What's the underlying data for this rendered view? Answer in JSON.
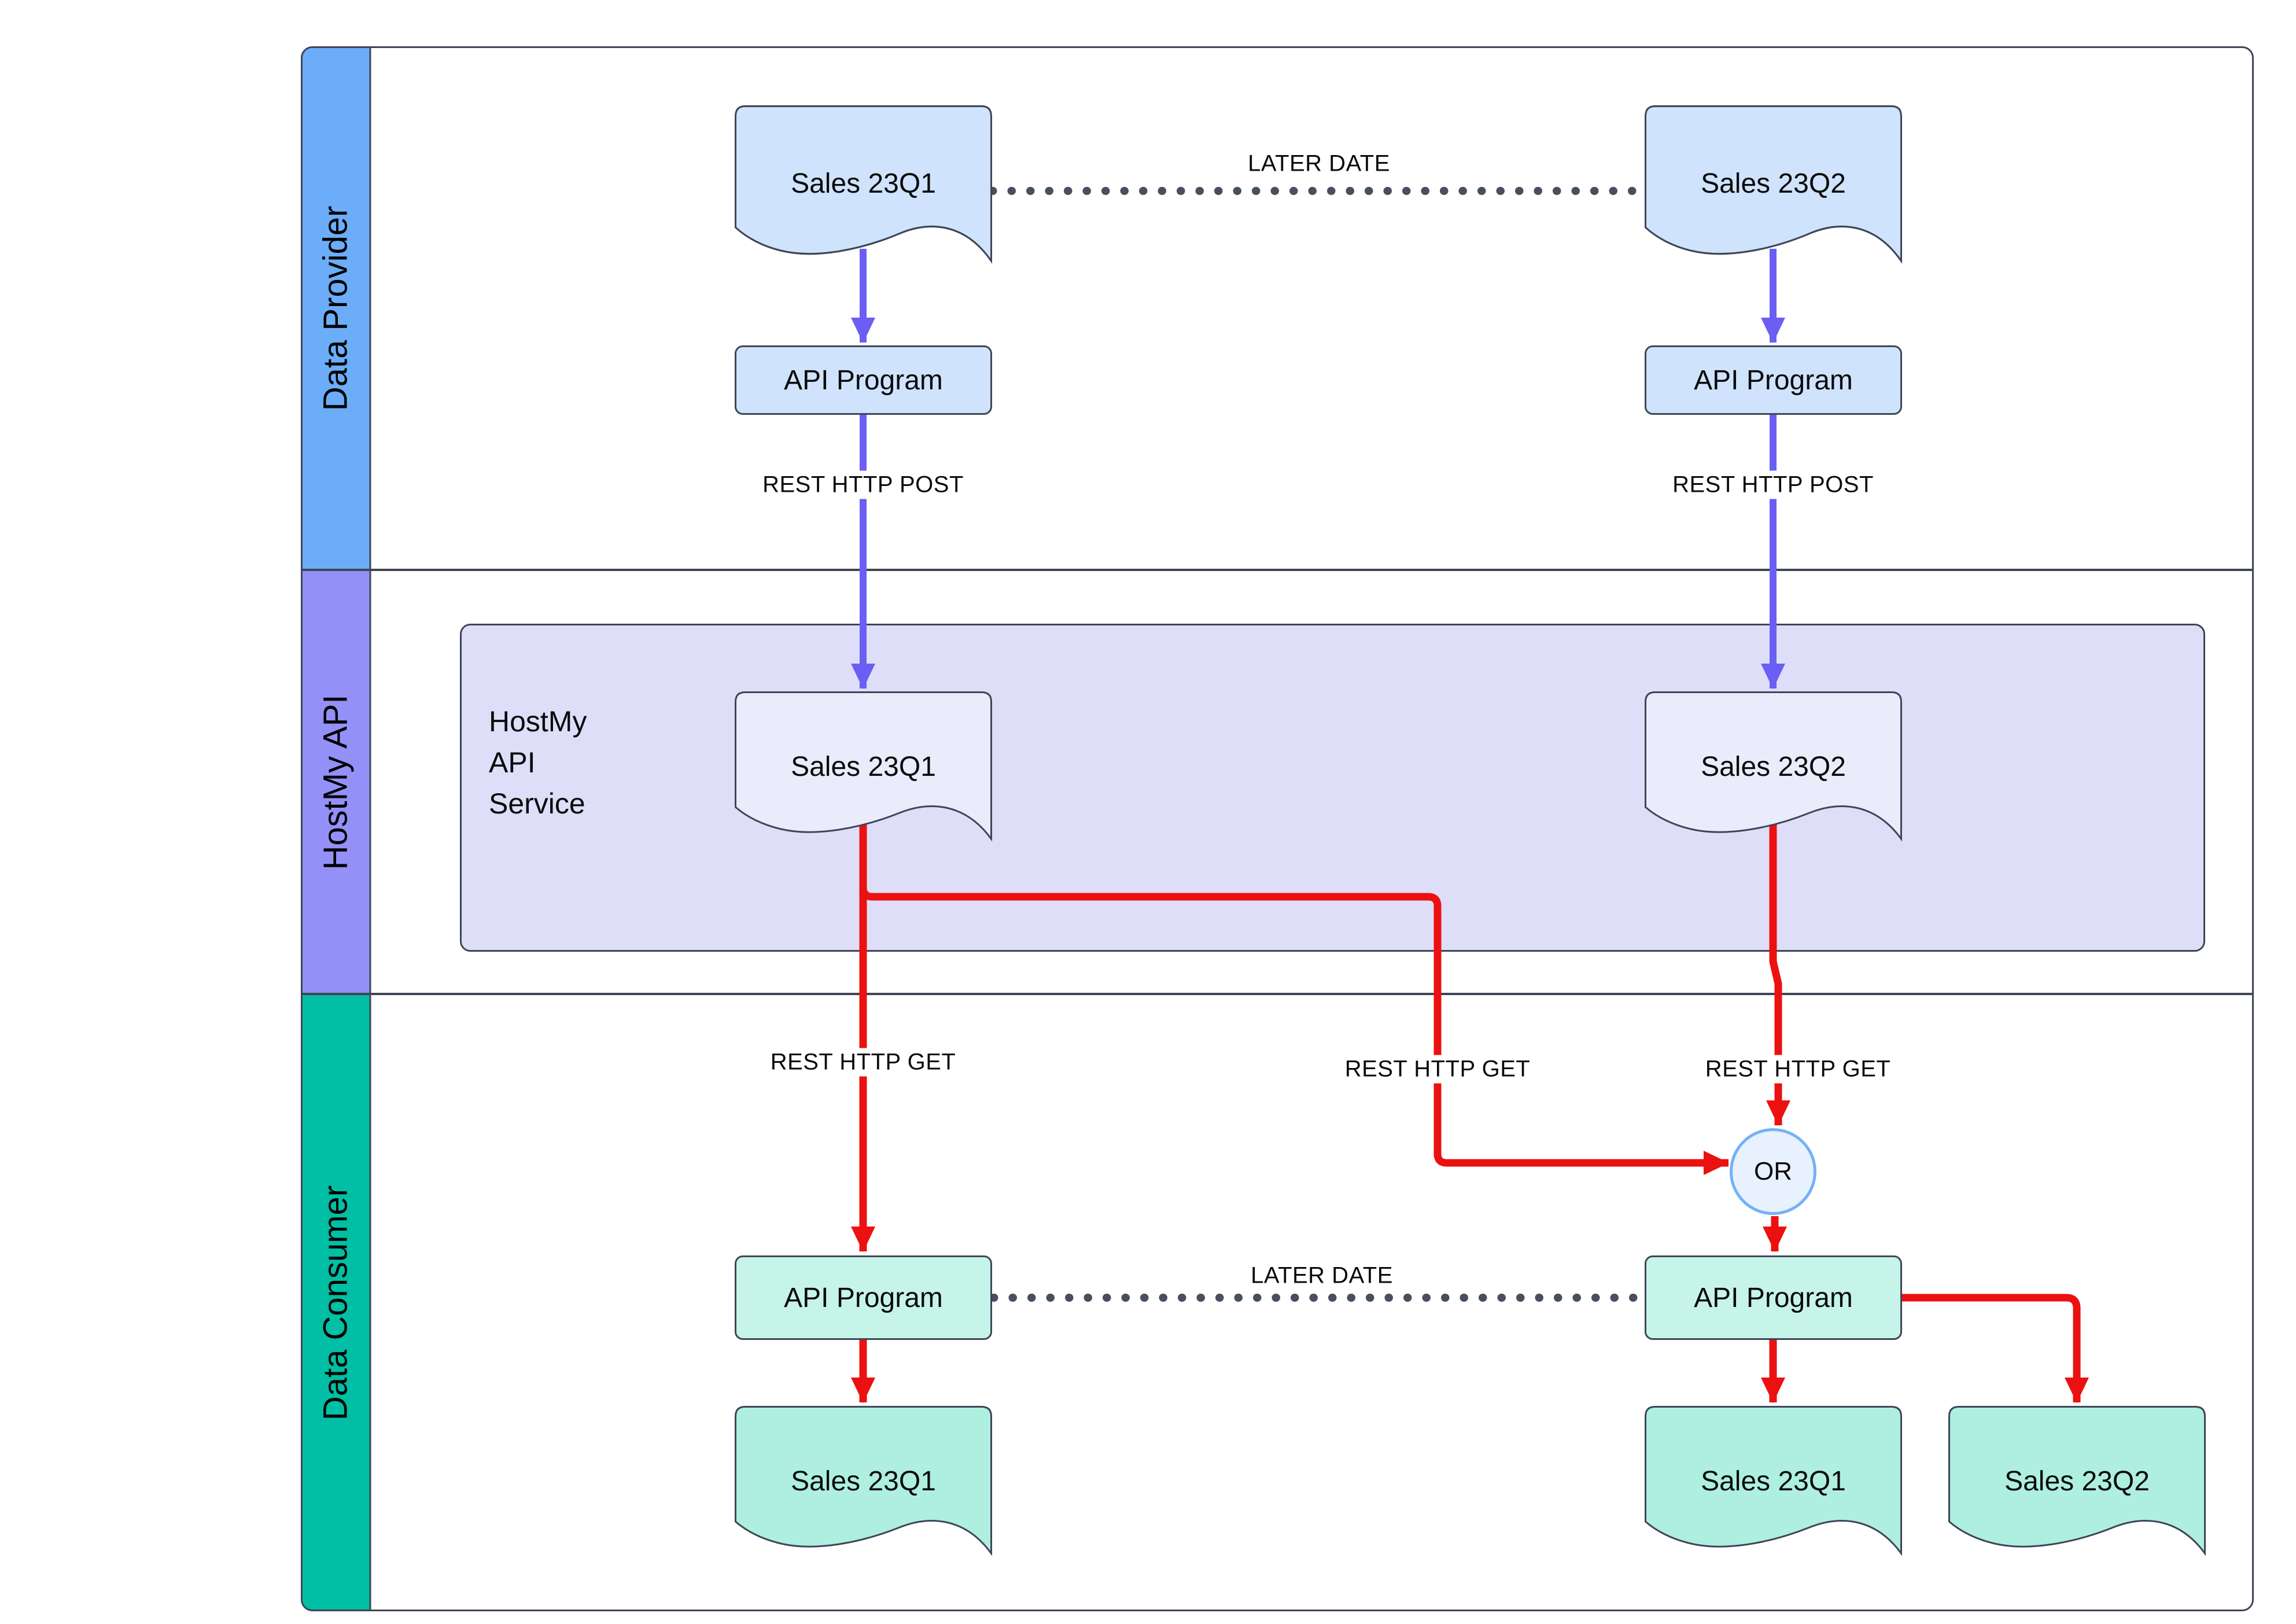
{
  "colors": {
    "lane_provider": "#6badf9",
    "lane_hostmy": "#9390f8",
    "lane_consumer": "#00bfa4",
    "blue_arrow": "#6b5ef3",
    "red_arrow": "#eb1110",
    "dotted": "#48505e",
    "provider_shape_fill": "#cfe3fc",
    "host_container_fill": "#dedef9",
    "host_doc_fill": "#ebecfb",
    "consumer_box_fill": "#c6f4e9",
    "consumer_doc_fill": "#aeefe0",
    "or_fill": "#e8f1fe",
    "or_border": "#74b0f9",
    "stroke": "#3e4656"
  },
  "lanes": [
    {
      "label": "Data Provider"
    },
    {
      "label": "HostMy API"
    },
    {
      "label": "Data Consumer"
    }
  ],
  "provider": {
    "doc_q1": "Sales 23Q1",
    "doc_q2": "Sales 23Q2",
    "api_left": "API Program",
    "api_right": "API Program",
    "post_left": "REST HTTP POST",
    "post_right": "REST HTTP POST",
    "later_date": "LATER DATE"
  },
  "hostmy": {
    "service_label": "HostMy\nAPI\nService",
    "doc_q1": "Sales 23Q1",
    "doc_q2": "Sales 23Q2"
  },
  "consumer": {
    "get_left": "REST HTTP GET",
    "get_mid": "REST HTTP GET",
    "get_right": "REST HTTP GET",
    "or_label": "OR",
    "api_left": "API Program",
    "api_right": "API Program",
    "later_date": "LATER DATE",
    "doc_q1_left": "Sales 23Q1",
    "doc_q1_right": "Sales 23Q1",
    "doc_q2": "Sales 23Q2"
  }
}
